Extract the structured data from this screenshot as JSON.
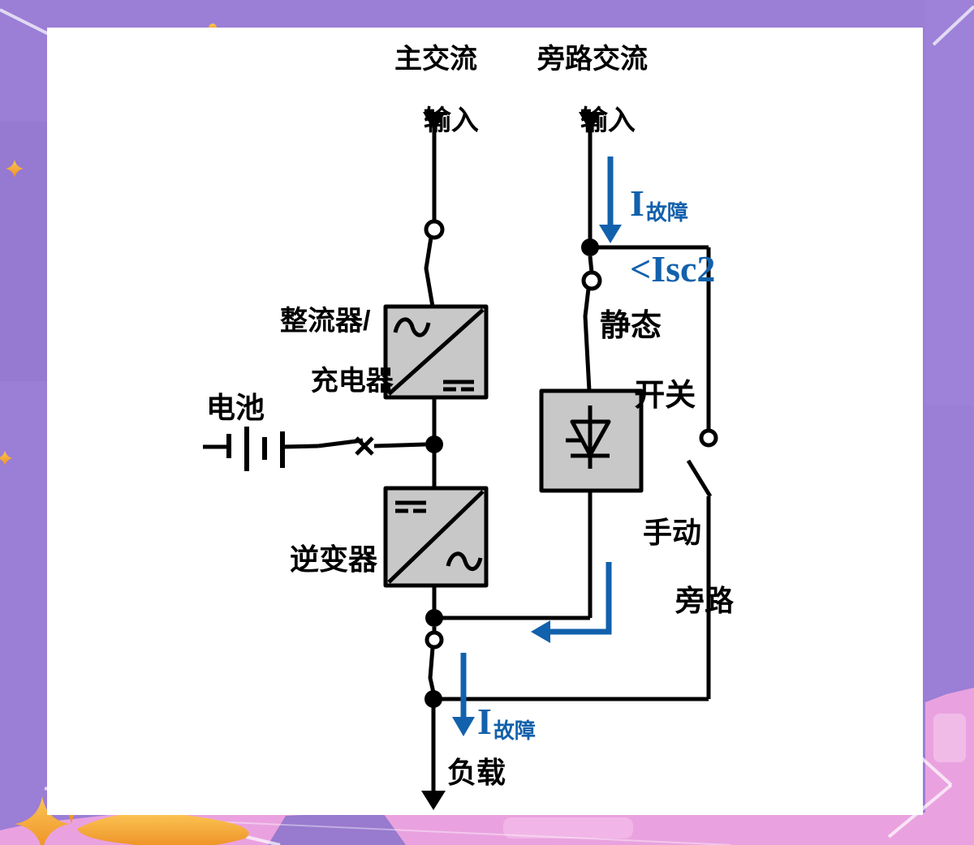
{
  "colors": {
    "accent_blue": "#1261ac",
    "line_black": "#000000",
    "box_fill": "#c8c8c8",
    "panel_white": "#ffffff",
    "background_purple": "#9b7ed5",
    "background_pink": "#e9a2df",
    "sparkle_orange": "#f5a332"
  },
  "labels": {
    "main_ac_line1": "主交流",
    "main_ac_line2": "输入",
    "bypass_ac_line1": "旁路交流",
    "bypass_ac_line2": "输入",
    "fault_top_symbol": "I",
    "fault_top_sub": "故障",
    "fault_top_limit": "<Isc2",
    "rectifier_line1": "整流器/",
    "rectifier_line2": "充电器",
    "battery": "电池",
    "static_switch_line1": "静态",
    "static_switch_line2": "开关",
    "inverter": "逆变器",
    "manual_bypass_line1": "手动",
    "manual_bypass_line2": "旁路",
    "fault_bottom_symbol": "I",
    "fault_bottom_sub": "故障",
    "load": "负载"
  },
  "icons": {
    "ac_symbol": "sine-wave",
    "dc_symbol": "solid-over-dashed-line",
    "static_switch_symbol": "thyristor",
    "battery_symbol": "battery-cells",
    "switch_symbol": "open-contact",
    "junction_symbol": "filled-dot",
    "flow_arrow": "blue-arrow"
  }
}
